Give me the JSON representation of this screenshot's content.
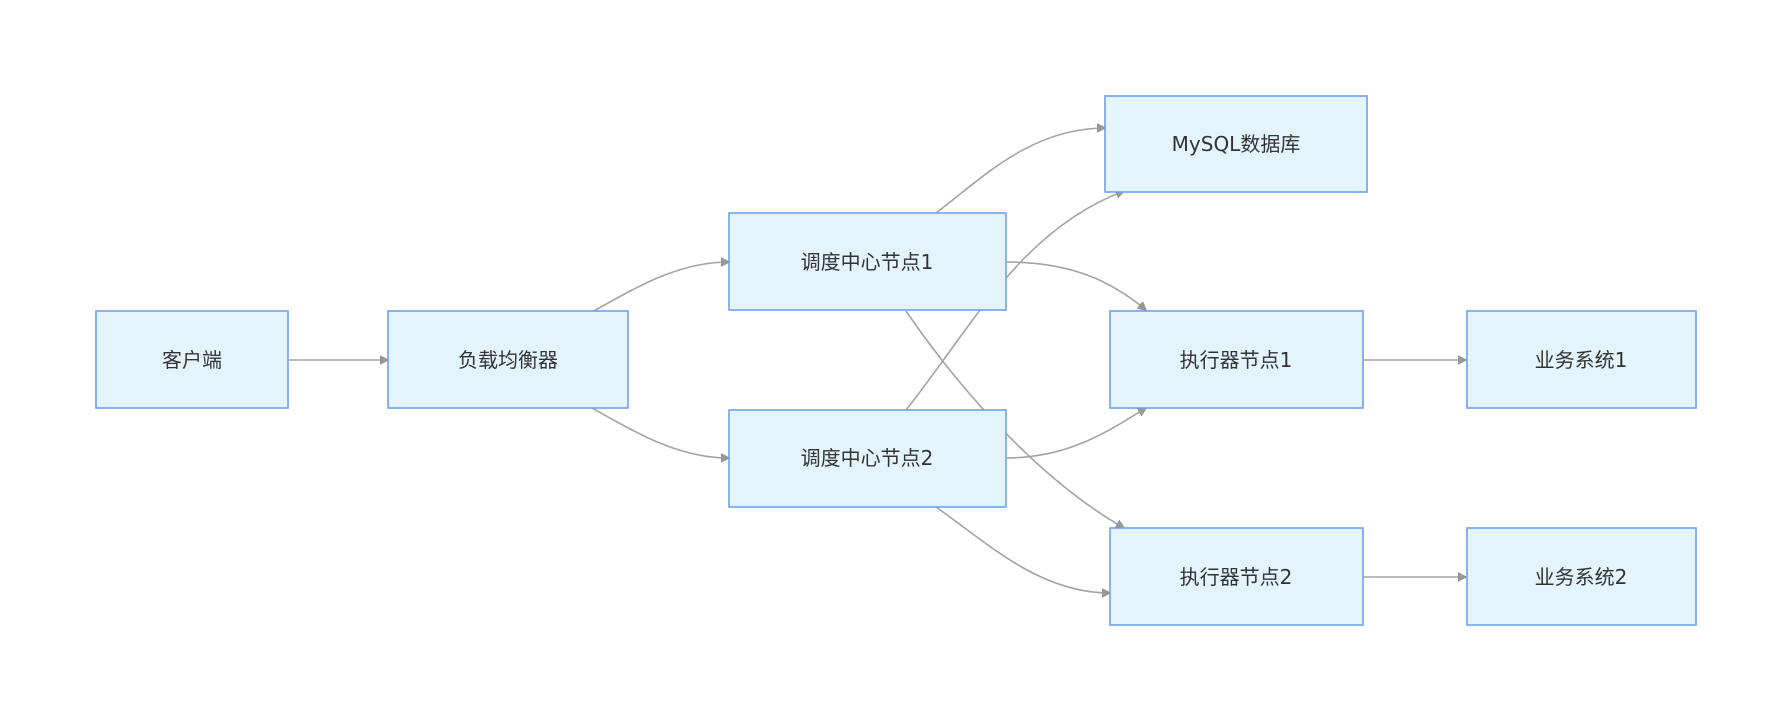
{
  "diagram": {
    "nodes": {
      "client": "客户端",
      "lb": "负载均衡器",
      "sched1": "调度中心节点1",
      "sched2": "调度中心节点2",
      "mysql": "MySQL数据库",
      "exec1": "执行器节点1",
      "exec2": "执行器节点2",
      "biz1": "业务系统1",
      "biz2": "业务系统2"
    },
    "edges": [
      {
        "from": "client",
        "to": "lb"
      },
      {
        "from": "lb",
        "to": "sched1"
      },
      {
        "from": "lb",
        "to": "sched2"
      },
      {
        "from": "sched1",
        "to": "mysql"
      },
      {
        "from": "sched2",
        "to": "mysql"
      },
      {
        "from": "sched1",
        "to": "exec1"
      },
      {
        "from": "sched1",
        "to": "exec2"
      },
      {
        "from": "sched2",
        "to": "exec1"
      },
      {
        "from": "sched2",
        "to": "exec2"
      },
      {
        "from": "exec1",
        "to": "biz1"
      },
      {
        "from": "exec2",
        "to": "biz2"
      }
    ]
  }
}
